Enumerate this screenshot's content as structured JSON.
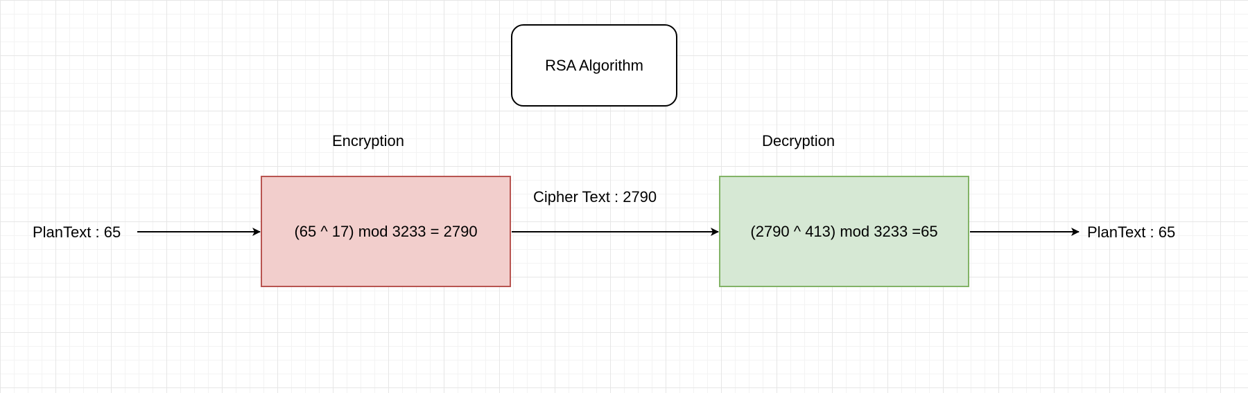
{
  "diagram": {
    "title": "RSA Algorithm",
    "encryption_label": "Encryption",
    "decryption_label": "Decryption",
    "input_plaintext": "PlanText : 65",
    "encryption_formula": "(65 ^ 17) mod 3233 = 2790",
    "cipher_text": "Cipher Text : 2790",
    "decryption_formula": "(2790 ^ 413) mod 3233 =65",
    "output_plaintext": "PlanText : 65",
    "colors": {
      "encryption_fill": "#f2cecc",
      "encryption_stroke": "#b85450",
      "decryption_fill": "#d6e8d4",
      "decryption_stroke": "#82b366"
    }
  }
}
